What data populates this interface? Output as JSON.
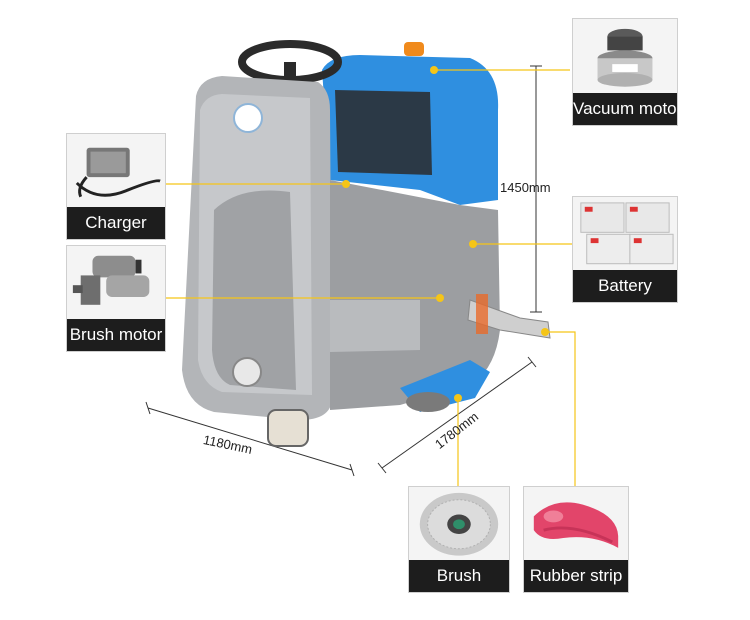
{
  "components": {
    "vacuum_motor": {
      "label": "Vacuum motor",
      "icon": "vacuum-motor-photo"
    },
    "charger": {
      "label": "Charger",
      "icon": "charger-photo"
    },
    "battery": {
      "label": "Battery",
      "icon": "battery-photo"
    },
    "brush_motor": {
      "label": "Brush motor",
      "icon": "brush-motor-photo"
    },
    "brush": {
      "label": "Brush",
      "icon": "brush-photo"
    },
    "rubber_strip": {
      "label": "Rubber strip",
      "icon": "rubber-strip-photo"
    }
  },
  "dimensions": {
    "width": "1180mm",
    "length": "1780mm",
    "height": "1450mm"
  },
  "colors": {
    "machine_body": "#a9abae",
    "tank_blue": "#2f8fe0",
    "callout": "#f5c518",
    "accent_orange": "#e96a2b",
    "label_bg": "#1d1d1d",
    "rubber_red": "#e2456a"
  }
}
